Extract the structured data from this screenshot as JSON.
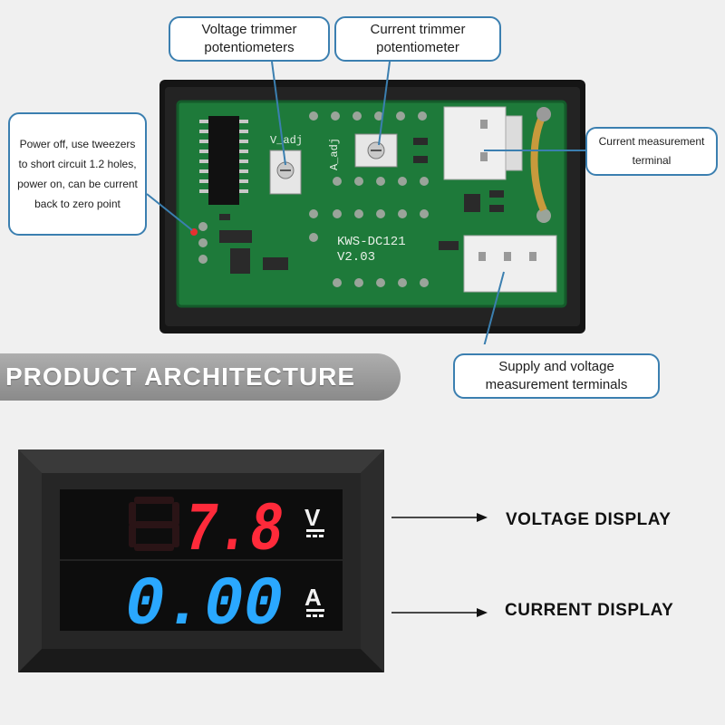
{
  "callouts": {
    "voltage_trimmer": [
      "Voltage trimmer",
      "potentiometers"
    ],
    "current_trimmer": [
      "Current trimmer",
      "potentiometer"
    ],
    "power_off": [
      "Power off, use tweezers",
      "to short circuit 1.2 holes,",
      "power on, can be current",
      "back to zero point"
    ],
    "current_terminal": [
      "Current measurement",
      "terminal"
    ],
    "supply_terminals": [
      "Supply and voltage",
      "measurement terminals"
    ]
  },
  "board": {
    "model": "KWS-DC121",
    "version": "V2.03",
    "silk_v": "V_adj",
    "silk_a": "A_adj"
  },
  "banner": "PRODUCT ARCHITECTURE",
  "display": {
    "voltage_value": "7.8",
    "current_value": "0.00",
    "voltage_unit": "V",
    "current_unit": "A",
    "voltage_color": "#ff2a3a",
    "current_color": "#2aa8ff"
  },
  "labels": {
    "voltage_display": "VOLTAGE DISPLAY",
    "current_display": "CURRENT DISPLAY"
  },
  "colors": {
    "callout_border": "#3b7fb0",
    "pcb_green": "#1e7a3a"
  }
}
